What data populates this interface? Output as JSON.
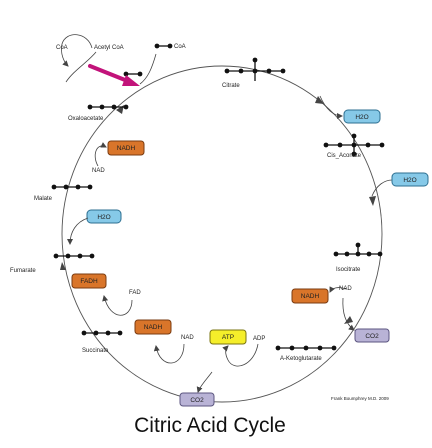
{
  "title": "Citric Acid Cycle",
  "credit": "Frank Boumphrey M.D. 2009",
  "colors": {
    "water": "#86c9e8",
    "energy": "#d9752a",
    "atp": "#f5ee2a",
    "co2": "#b9b3d6",
    "enzyme_arrow": "#c2137a"
  },
  "molecules": {
    "coa": "CoA",
    "acetyl_coa": "Acetyl CoA",
    "acetyl_coa_group": "CoA",
    "oxaloacetate": "Oxaloacetate",
    "citrate": "Citrate",
    "cis_aconitate": "Cis_Aconate",
    "isocitrate": "Isocitrate",
    "ketoglutarate": "A-Ketoglutarate",
    "succinate": "Succinate",
    "fumarate": "Fumarate",
    "malate": "Malate"
  },
  "cofactors": {
    "nad_oxaloacetate": "NAD",
    "nad_isocitrate": "NAD",
    "nad_succinate": "NAD",
    "fad": "FAD",
    "adp": "ADP"
  },
  "boxes": {
    "h2o_citrate": "H2O",
    "h2o_aconitate": "H2O",
    "h2o_malate": "H2O",
    "nadh_oxaloacetate": "NADH",
    "nadh_isocitrate": "NADH",
    "nadh_succinate": "NADH",
    "fadh": "FADH",
    "atp": "ATP",
    "co2_isocitrate": "CO2",
    "co2_ketoglutarate": "CO2"
  }
}
